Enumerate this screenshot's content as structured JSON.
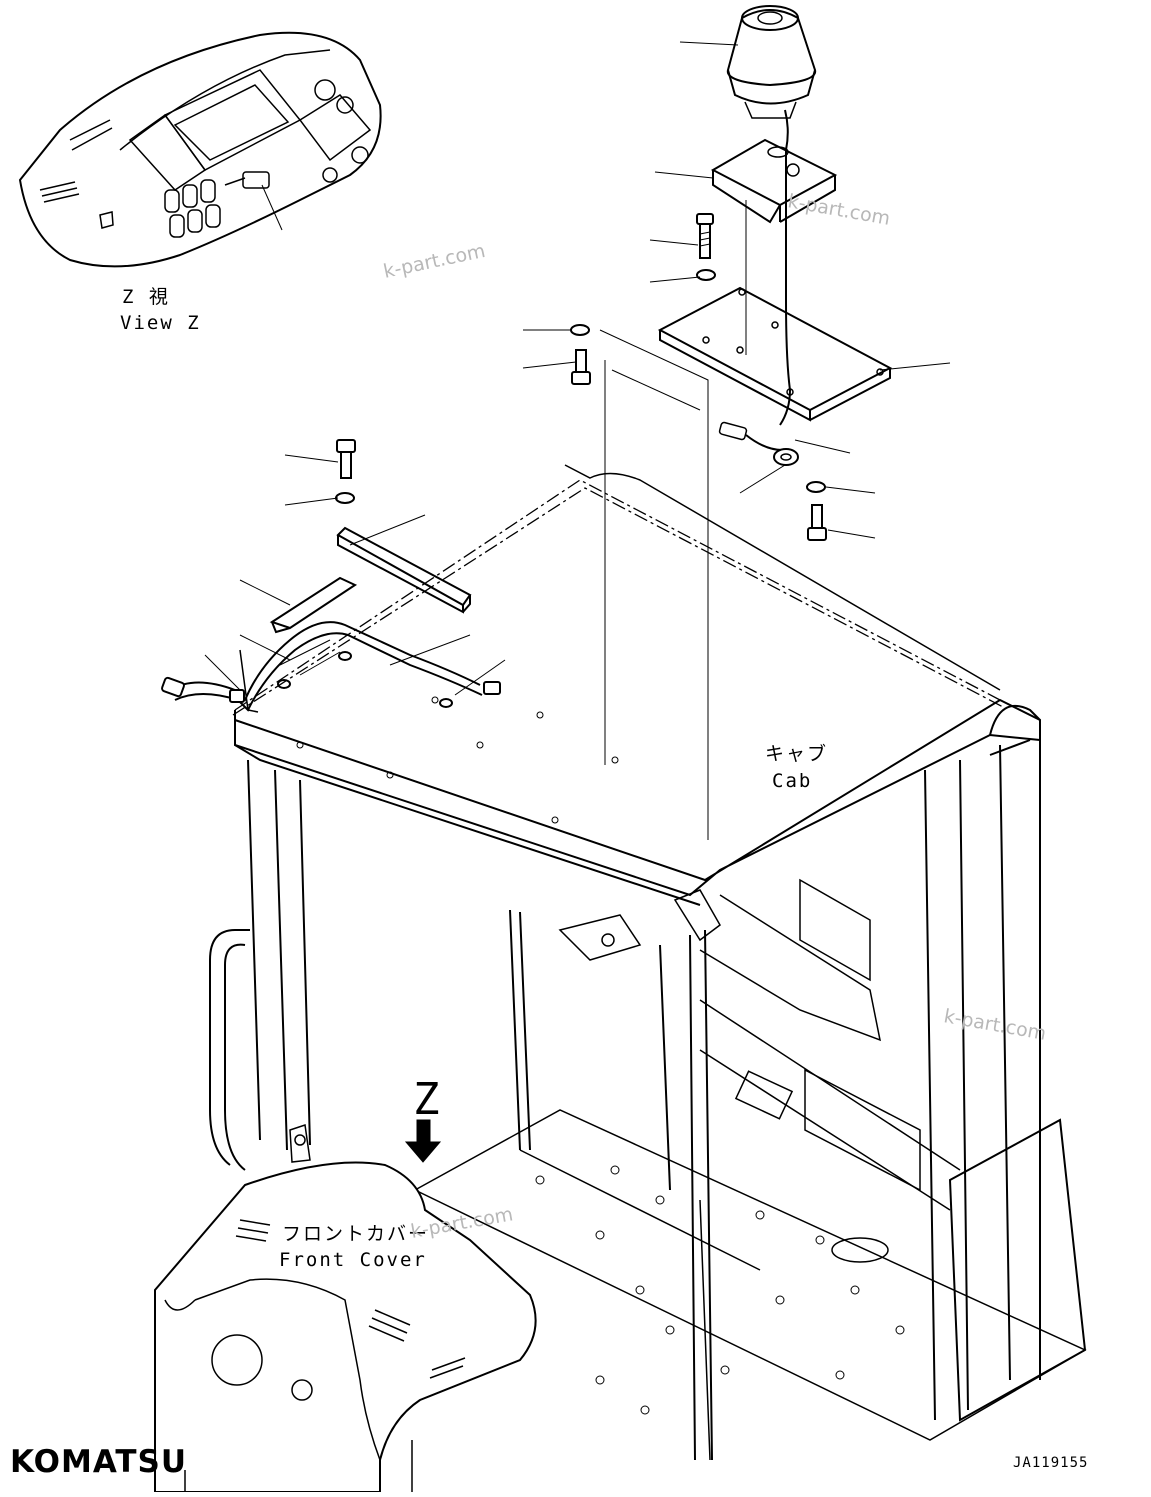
{
  "labels": {
    "view_z_jp": "Z 視",
    "view_z_en": "View Z",
    "cab_jp": "キャブ",
    "cab_en": "Cab",
    "z_marker": "Z",
    "front_cover_jp": "フロントカバー",
    "front_cover_en": "Front Cover"
  },
  "watermarks": [
    "k-part.com",
    "k-part.com",
    "k-part.com",
    "k-part.com"
  ],
  "brand": {
    "logo": "KOMATSU"
  },
  "drawing_code": "JA119155",
  "icons": [
    "rotating-beacon-icon",
    "down-arrow-icon"
  ]
}
